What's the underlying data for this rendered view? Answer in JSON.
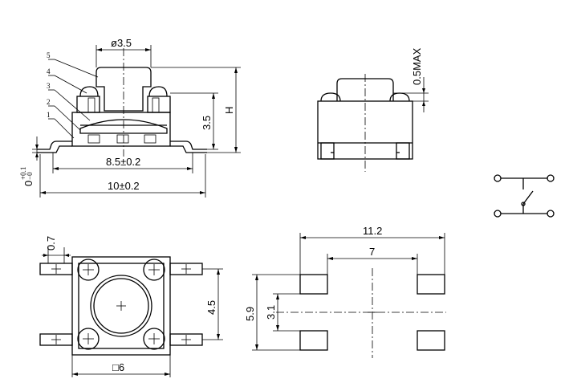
{
  "drawing": {
    "side_view": {
      "diameter": "ø3.5",
      "height_dim": "3.5",
      "height_label": "H",
      "inner_width": "8.5±0.2",
      "outer_width": "10±0.2",
      "lead_tol_main": "0",
      "lead_tol_upper": "+0.1",
      "lead_tol_lower": "−0",
      "callouts": [
        "1",
        "2",
        "3",
        "4",
        "5"
      ]
    },
    "end_view": {
      "max_dim": "0.5MAX"
    },
    "top_view": {
      "lead_width": "0.7",
      "pitch": "4.5",
      "body_size": "□6"
    },
    "footprint": {
      "outer": "11.2",
      "inner": "7",
      "height_outer": "5.9",
      "height_inner": "3.1"
    }
  }
}
